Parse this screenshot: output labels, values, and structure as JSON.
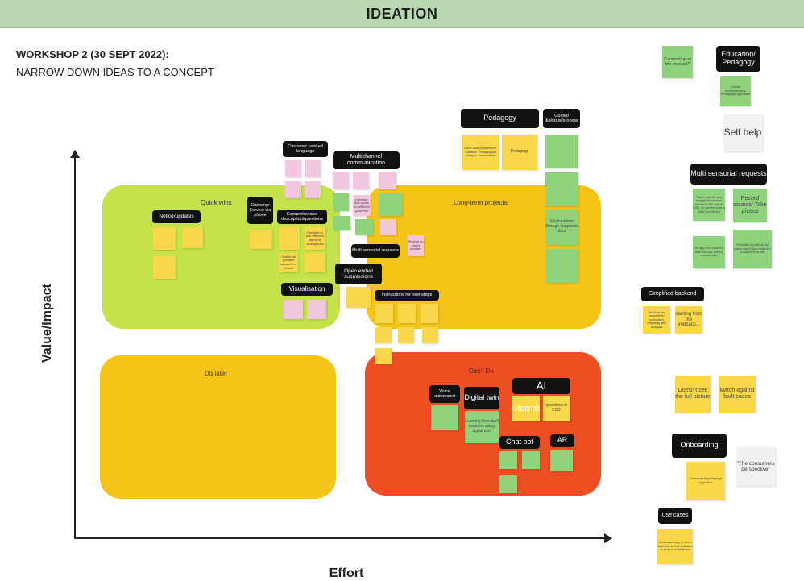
{
  "header": {
    "title": "IDEATION"
  },
  "workshop": {
    "title": "WORKSHOP 2 (30 SEPT 2022):",
    "subtitle": "NARROW DOWN IDEAS TO A CONCEPT"
  },
  "axes": {
    "y": "Value/Impact",
    "x": "Effort"
  },
  "quadrants": {
    "quick_wins": "Quick wins",
    "long_term": "Long-term projects",
    "do_later": "Do later",
    "dont_do": "Don't Do"
  },
  "tags": {
    "customer_centred": "Customer centred language",
    "multichannel": "Multichannel communication",
    "customer_service": "Customer Service via phone",
    "notice": "Notice/updates",
    "comprehensive": "Comprehensive description/questions",
    "multi_sensorial_small": "Multi sensorial requests",
    "open_ended": "Open ended submissions",
    "visualisation": "Visualisation",
    "instructions": "Instructions for next steps",
    "pedagogy": "Pedagogy",
    "guided": "Guided dialogue/process",
    "voice": "Voice automated",
    "digital_twin": "Digital twin",
    "ai": "AI",
    "chat_bot": "Chat bot",
    "ar": "AR",
    "education": "Education/ Pedagogy",
    "multi_sensorial": "Multi sensorial requests",
    "simplified": "Simplified backend",
    "onboarding": "Onboarding",
    "use_cases": "Use cases"
  },
  "notes": {
    "pedagogy_y1": "Clear user perspective. Imphies. Pedagogical (easy to understand)",
    "pedagogy_y2": "Pedagogy",
    "explanations": "Explanations through diagnostic data",
    "receipt": "Receipt on status updates",
    "possible_diff": "Possible to use different types of descriptions",
    "gather_all": "Gather all possible causes in a format",
    "interface": "Interface that works on different platforms",
    "record_sound": "Record sounds/ Take photo",
    "digital_twin_note": "Learning from fault isolation using digital twin",
    "automate": "automate",
    "questions_csd": "questions in CSD.",
    "connection": "Connection to the manual?",
    "create_ped": "Create understanding. Pedagogic approach",
    "self_help": "Self help",
    "record_sounds": "Record sounds/ Take photos",
    "possible_point": "Possible to point at the place where you think the problem is in car",
    "app_like": "An app like Shazam that you can record sounds with",
    "talk_to_lib": "Talk to the lib: see image/Ultrasound similar to the one in CSD, to confirm that is what you meant",
    "starting": "starting from the endback...",
    "as_close": "As close as possible to customers, mapping and analysis",
    "doesnt_see": "Doesn't see the full picture",
    "match": "Match against fault codes",
    "consumers": "\"The consumers perspective\"",
    "connects_ped": "Connects to pedagogy approach",
    "use_cases_note": "Understanding of when and how to use features or tools in workshops"
  },
  "colors": {
    "banner": "#b8d8b2",
    "quick_wins": "#c4e24a",
    "long_term": "#f6c419",
    "do_later": "#f6c419",
    "dont_do": "#ee4f22",
    "note_yellow": "#f8d749",
    "note_green": "#8fd27c",
    "note_pink": "#f3c6df"
  }
}
